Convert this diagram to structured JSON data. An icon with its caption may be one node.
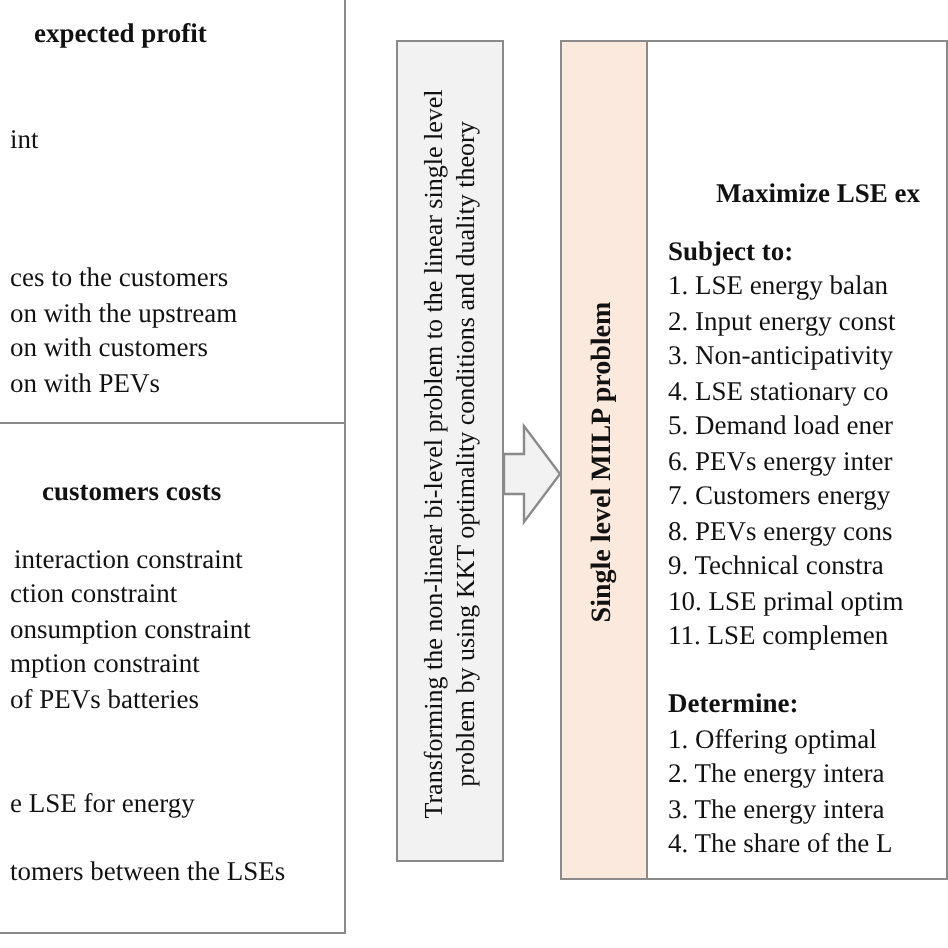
{
  "diagram": {
    "nodes": [
      {
        "text": [
          "expected profit",
          "int",
          "ces to the customers",
          "on with the upstream",
          "on with customers",
          "on with PEVs"
        ]
      },
      {
        "text": [
          "customers costs",
          "interaction constraint",
          "ction constraint",
          "onsumption constraint",
          "mption constraint",
          "of PEVs batteries",
          "e LSE for energy",
          "tomers between the LSEs"
        ]
      },
      {
        "text": [
          "Transforming the non-linear bi-level problem to the linear single level problem by using KKT optimality conditions and duality theory"
        ]
      },
      {
        "text": [
          "Single level MILP problem"
        ]
      },
      {
        "text": [
          "Maximize LSE ex",
          "Subject to:",
          "1. LSE energy balan",
          "2. Input energy const",
          "3. Non-anticipativity",
          "4. LSE stationary co",
          "5. Demand load ener",
          "6. PEVs energy inter",
          "7. Customers energy",
          "8. PEVs energy cons",
          "9. Technical constra",
          "10. LSE primal optim",
          "11. LSE complemen",
          "Determine:",
          "1. Offering optimal",
          "2. The energy intera",
          "3. The energy intera",
          "4. The share of the L"
        ],
        "in": 3
      }
    ],
    "edges": [
      {
        "from": 2,
        "to": 3,
        "arrow": "to"
      }
    ]
  }
}
